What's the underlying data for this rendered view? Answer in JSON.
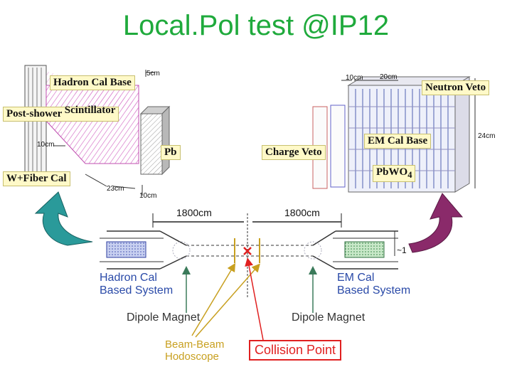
{
  "title": "Local.Pol test @IP12",
  "left_detector": {
    "hadron_cal_base": "Hadron Cal Base",
    "post_shower": "Post-shower",
    "scintillator": "Scintillator",
    "pb": "Pb",
    "w_fiber_cal": "W+Fiber Cal",
    "dim_5cm": "5cm",
    "dim_10cm": "10cm",
    "dim_23cm": "23cm",
    "dim_10cm_b": "10cm"
  },
  "right_detector": {
    "neutron_veto": "Neutron Veto",
    "charge_veto": "Charge Veto",
    "em_cal_base": "EM Cal Base",
    "pbwo4": "PbWO",
    "pbwo4_sub": "4",
    "dim_10cm": "10cm",
    "dim_20cm": "20cm",
    "dim_24cm": "24cm"
  },
  "layout": {
    "dist_left": "1800cm",
    "dist_right": "1800cm",
    "hadron_cal_system_1": "Hadron Cal",
    "hadron_cal_system_2": "Based System",
    "em_cal_system_1": "EM Cal",
    "em_cal_system_2": "Based System",
    "dipole_left": "Dipole Magnet",
    "dipole_right": "Dipole Magnet",
    "hodoscope_1": "Beam-Beam",
    "hodoscope_2": "Hodoscope",
    "collision_point": "Collision Point",
    "approx": "~1"
  },
  "colors": {
    "title": "#1faa3c",
    "hadron_arrow": "#1f8a8a",
    "em_arrow": "#7a2a5a",
    "collision": "#e02020",
    "hodoscope": "#c8a020",
    "system_text": "#2a4aa8"
  }
}
